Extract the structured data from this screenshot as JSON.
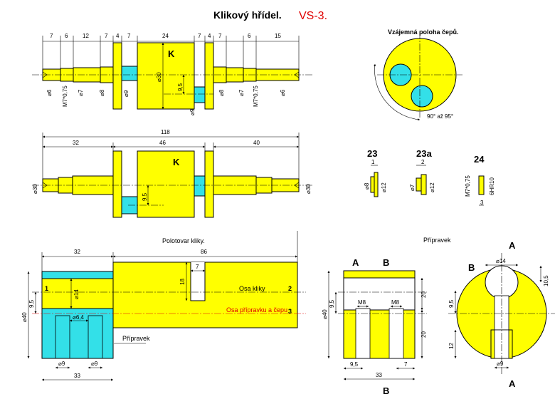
{
  "colors": {
    "part": "#ffff00",
    "fixture": "#33e0e8",
    "accent": "#e00000"
  },
  "title": {
    "main": "Klikový hřídel.",
    "code": "VS-3."
  },
  "top_view": {
    "dims": [
      "7",
      "6",
      "12",
      "7",
      "4",
      "7",
      "24",
      "7",
      "4",
      "7",
      "6",
      "15"
    ],
    "diam": [
      "⌀6",
      "M7*0,75",
      "⌀7",
      "⌀8",
      "⌀9",
      "⌀30",
      "9,5",
      "⌀9",
      "⌀8",
      "⌀7",
      "M7*0,75",
      "⌀6"
    ],
    "k": "K"
  },
  "mid_view": {
    "overall": "118",
    "d1": "32",
    "d2": "46",
    "d3": "40",
    "diam_left": "⌀30",
    "diam_right": "⌀30",
    "h": "9,5",
    "k": "K"
  },
  "pin_view": {
    "title": "Vzájemná poloha čepů.",
    "angle": "90° až 95°"
  },
  "details": [
    {
      "label": "23",
      "top": "1",
      "a": "⌀8",
      "b": "⌀12"
    },
    {
      "label": "23a",
      "top": "2",
      "a": "⌀7",
      "b": "⌀12"
    },
    {
      "label": "24",
      "a": "M7*0,75",
      "b": "6HR10",
      "bottom": "3"
    }
  ],
  "blank": {
    "title": "Polotovar kliky.",
    "d32": "32",
    "d86": "86",
    "d7": "7",
    "d18": "18",
    "d14": "⌀14",
    "d6_4": "⌀6,4",
    "d9a": "⌀9",
    "d9b": "⌀9",
    "d33": "33",
    "d40": "⌀40",
    "d9_5": "9,5",
    "n1": "1",
    "n2": "2",
    "n3": "3",
    "osa_kliky": "Osa kliky",
    "osa_pripravku": "Osa přípravku a čepu",
    "pripravek": "Přípravek"
  },
  "fixture": {
    "title": "Přípravek",
    "A": "A",
    "B": "B",
    "M8a": "M8",
    "M8b": "M8",
    "d20a": "20",
    "d20b": "20",
    "d40": "⌀40",
    "d9_5": "9,5",
    "d33": "33",
    "d7": "7"
  },
  "section": {
    "B": "B",
    "A_top": "A",
    "A_bottom": "A",
    "d14": "⌀14",
    "d10_5": "10,5",
    "d9_5": "9,5",
    "d12": "12",
    "d9": "⌀9"
  }
}
